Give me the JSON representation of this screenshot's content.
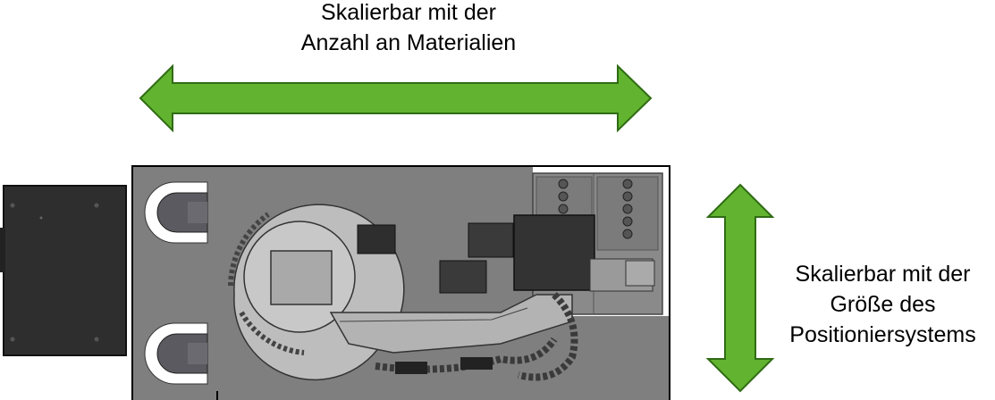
{
  "labels": {
    "horizontal_top_line1": "Skalierbar mit der",
    "horizontal_top_line2": "Anzahl an Materialien",
    "vertical_right_line1": "Skalierbar mit der",
    "vertical_right_line2": "Größe des",
    "vertical_right_line3": "Positioniersystems"
  },
  "colors": {
    "arrow_fill": "#62b32f",
    "arrow_stroke": "#2f6c14",
    "platform": "#7f7f7f",
    "cabinet": "#2e2e2e",
    "robot_dark": "#3a3a3a"
  }
}
